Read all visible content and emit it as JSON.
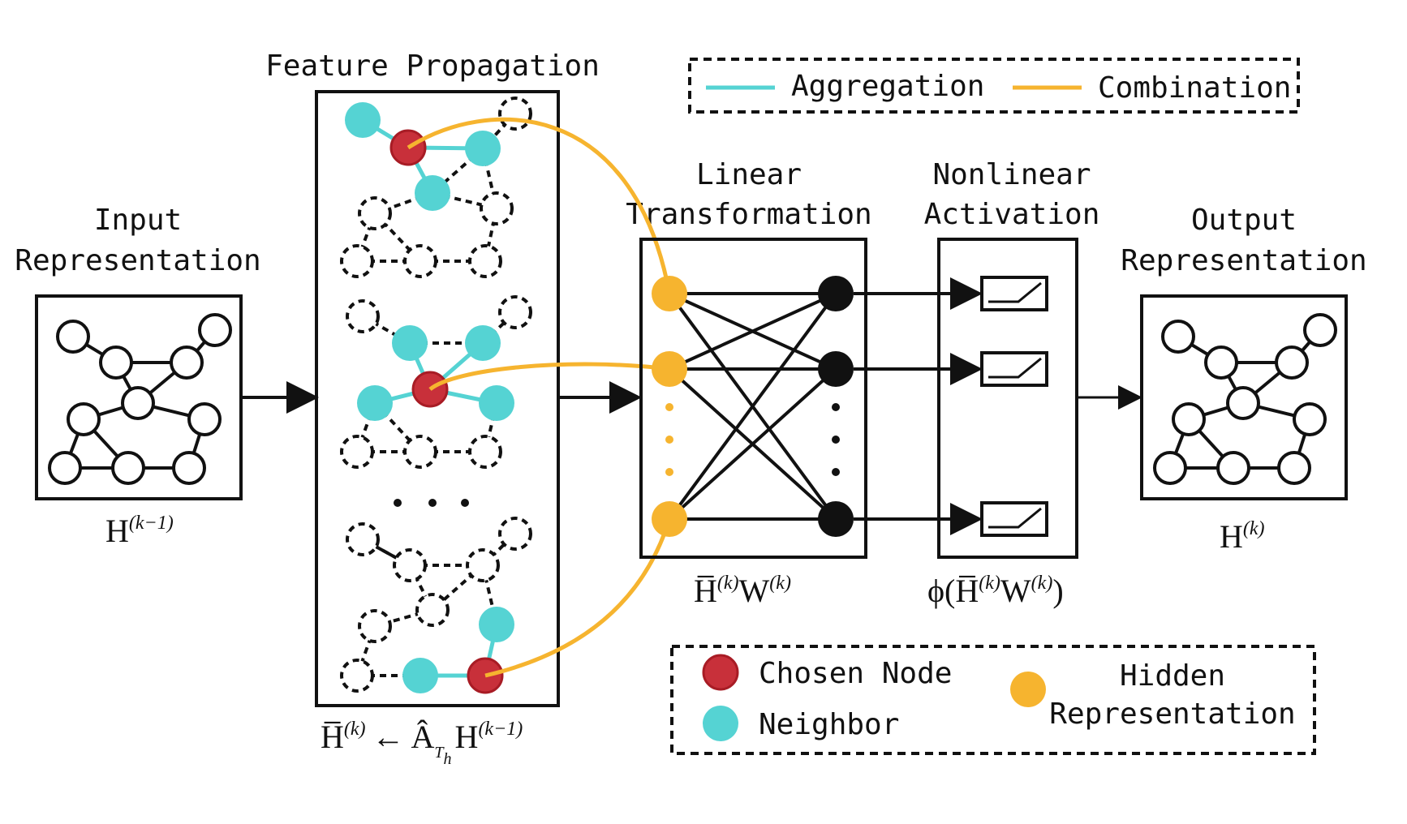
{
  "titles": {
    "input": [
      "Input",
      "Representation"
    ],
    "feature": "Feature Propagation",
    "linear": [
      "Linear",
      "Transformation"
    ],
    "nonlinear": [
      "Nonlinear",
      "Activation"
    ],
    "output": [
      "Output",
      "Representation"
    ]
  },
  "legend_top": {
    "aggregation": "Aggregation",
    "combination": "Combination"
  },
  "legend_bottom": {
    "chosen": "Chosen Node",
    "neighbor": "Neighbor",
    "hidden": [
      "Hidden",
      "Representation"
    ]
  },
  "formulas": {
    "input": {
      "base": "H",
      "sup": "(k−1)"
    },
    "output": {
      "base": "H",
      "sup": "(k)"
    },
    "linear": {
      "a": "H̅",
      "asup": "(k)",
      "b": "W",
      "bsup": "(k)"
    },
    "nonlinear": {
      "phi": "ϕ(",
      "a": "H̅",
      "asup": "(k)",
      "b": "W",
      "bsup": "(k)",
      "close": ")"
    },
    "propagation": {
      "a": "H̅",
      "asup": "(k)",
      "arrow": "←",
      "b": "Â",
      "bsub": "T",
      "bsubsub": "h",
      "c": "H",
      "csup": "(k−1)"
    }
  },
  "colors": {
    "chosen": "#c8303a",
    "neighbor": "#55d3d3",
    "hidden": "#f6b42f",
    "aggregation": "#55d3d3",
    "combination": "#f6b42f",
    "line": "#111111"
  }
}
